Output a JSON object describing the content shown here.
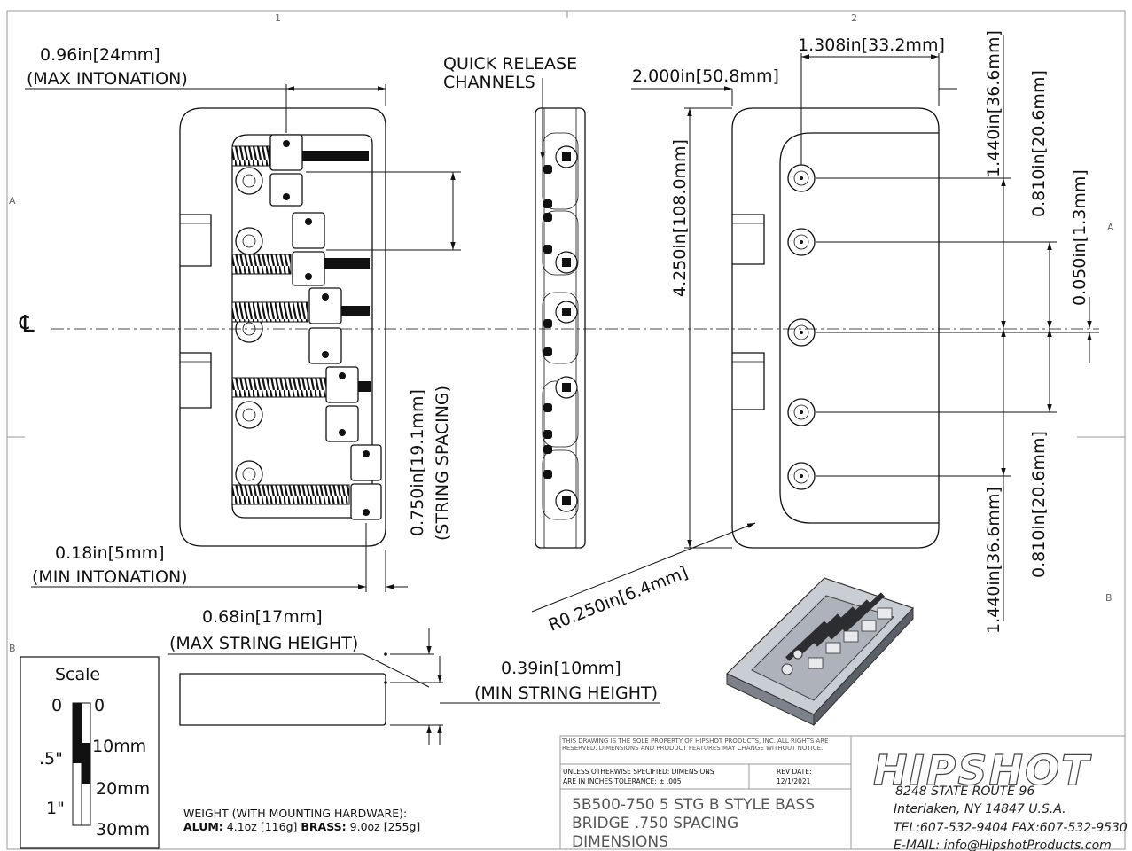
{
  "frame": {
    "zones_top": [
      "1",
      "2"
    ],
    "zones_side": [
      "A",
      "B"
    ]
  },
  "centerline_symbol": "℄",
  "dimensions": {
    "max_intonation_value": "0.96in[24mm]",
    "max_intonation_label": "(MAX INTONATION)",
    "min_intonation_value": "0.18in[5mm]",
    "min_intonation_label": "(MIN INTONATION)",
    "string_spacing_value": "0.750in[19.1mm]",
    "string_spacing_label": "(STRING SPACING)",
    "quick_release_line1": "QUICK RELEASE",
    "quick_release_line2": "CHANNELS",
    "width_value": "2.000in[50.8mm]",
    "hole_offset_value": "1.308in[33.2mm]",
    "length_value": "4.250in[108.0mm]",
    "outer_top_value": "1.440in[36.6mm]",
    "inner_top_value": "0.810in[20.6mm]",
    "center_offset_value": "0.050in[1.3mm]",
    "inner_bottom_value": "0.810in[20.6mm]",
    "outer_bottom_value": "1.440in[36.6mm]",
    "radius_value": "R0.250in[6.4mm]",
    "max_height_value": "0.68in[17mm]",
    "max_height_label": "(MAX STRING HEIGHT)",
    "min_height_value": "0.39in[10mm]",
    "min_height_label": "(MIN STRING HEIGHT)"
  },
  "scale": {
    "title": "Scale",
    "inch_labels": [
      "0",
      ".5\"",
      "1\""
    ],
    "mm_labels": [
      "0",
      "10mm",
      "20mm",
      "30mm"
    ]
  },
  "weight": {
    "line1": "WEIGHT (WITH MOUNTING HARDWARE):",
    "alum_label": "ALUM:",
    "alum_value": "4.1oz [116g]",
    "brass_label": "BRASS:",
    "brass_value": "9.0oz [255g]"
  },
  "title_block": {
    "notice": "THIS DRAWING IS THE SOLE PROPERTY OF HIPSHOT PRODUCTS, INC. ALL RIGHTS ARE RESERVED. DIMENSIONS AND PRODUCT FEATURES MAY CHANGE WITHOUT NOTICE.",
    "tolerance_line1": "UNLESS OTHERWISE SPECIFIED: DIMENSIONS",
    "tolerance_line2": "ARE IN INCHES TOLERANCE: ± .005",
    "rev_label": "REV DATE:",
    "rev_date": "12/1/2021",
    "title_line1": "5B500-750 5 STG B STYLE BASS",
    "title_line2": "BRIDGE .750 SPACING",
    "title_line3": "DIMENSIONS"
  },
  "company": {
    "logo": "HIPSHOT",
    "address1": "8248 STATE ROUTE 96",
    "address2": "Interlaken, NY 14847 U.S.A.",
    "phone": "TEL:607-532-9404 FAX:607-532-9530",
    "email": "E-MAIL: info@HipshotProducts.com"
  }
}
